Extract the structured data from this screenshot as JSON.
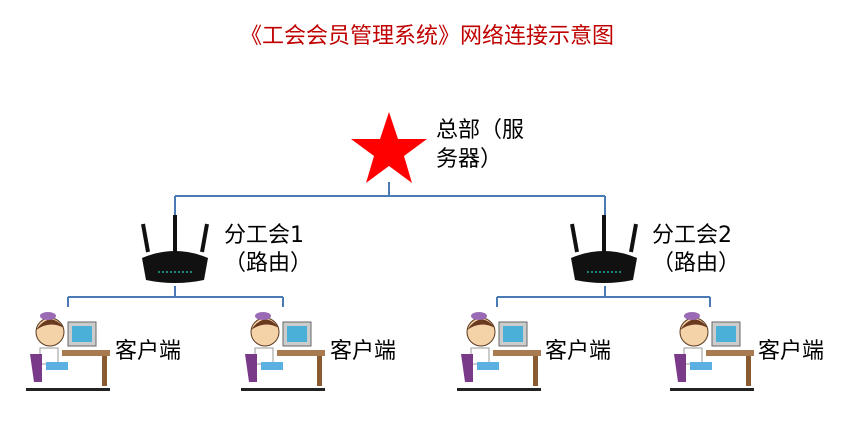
{
  "title": "《工会会员管理系统》网络连接示意图",
  "headquarters": {
    "line1": "总部（服",
    "line2": "务器）"
  },
  "branches": [
    {
      "line1": "分工会1",
      "line2": "（路由）"
    },
    {
      "line1": "分工会2",
      "line2": "（路由）"
    }
  ],
  "client_label": "客户端",
  "colors": {
    "title": "#c00000",
    "line": "#4a7ab5",
    "star": "#ff0000"
  }
}
